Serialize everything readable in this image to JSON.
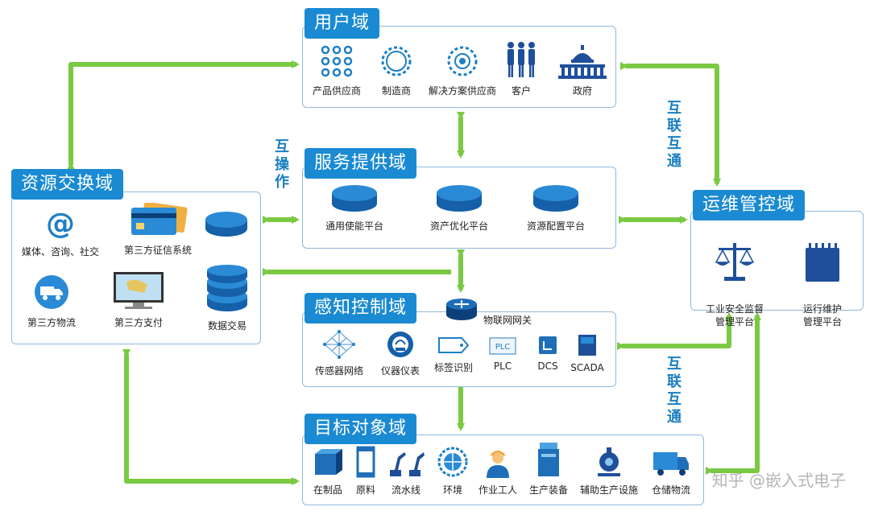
{
  "domains": {
    "user": {
      "title": "用户域",
      "items": [
        {
          "label": "产品供应商",
          "icon": "dot-grid-icon"
        },
        {
          "label": "制造商",
          "icon": "gear-icon"
        },
        {
          "label": "解决方案供应商",
          "icon": "gear-cluster-icon"
        },
        {
          "label": "客户",
          "icon": "people-icon"
        },
        {
          "label": "政府",
          "icon": "capitol-icon"
        }
      ]
    },
    "service": {
      "title": "服务提供域",
      "items": [
        {
          "label": "通用使能平台",
          "icon": "platform-disc-icon"
        },
        {
          "label": "资产优化平台",
          "icon": "platform-disc-icon"
        },
        {
          "label": "资源配置平台",
          "icon": "platform-disc-icon"
        }
      ]
    },
    "resource": {
      "title": "资源交换域",
      "items": [
        {
          "label": "媒体、咨询、社交",
          "icon": "at-sign-icon"
        },
        {
          "label": "第三方征信系统",
          "icon": "credit-card-icon"
        },
        {
          "label": "",
          "icon": "disc-icon"
        },
        {
          "label": "第三方物流",
          "icon": "truck-icon"
        },
        {
          "label": "第三方支付",
          "icon": "monitor-icon"
        },
        {
          "label": "数据交易",
          "icon": "database-icon"
        }
      ]
    },
    "ops": {
      "title": "运维管控域",
      "items": [
        {
          "label": "工业安全监督\n管理平台",
          "icon": "scales-icon"
        },
        {
          "label": "运行维护\n管理平台",
          "icon": "battery-icon"
        }
      ]
    },
    "sensing": {
      "title": "感知控制域",
      "gateway": "物联网网关",
      "items": [
        {
          "label": "传感器网络",
          "icon": "network-icon"
        },
        {
          "label": "仪器仪表",
          "icon": "gauge-icon"
        },
        {
          "label": "标签识别",
          "icon": "tag-icon"
        },
        {
          "label": "PLC",
          "icon": "plc-icon"
        },
        {
          "label": "DCS",
          "icon": "dcs-icon"
        },
        {
          "label": "SCADA",
          "icon": "scada-icon"
        }
      ]
    },
    "target": {
      "title": "目标对象域",
      "items": [
        {
          "label": "在制品",
          "icon": "workpiece-icon"
        },
        {
          "label": "原料",
          "icon": "material-icon"
        },
        {
          "label": "流水线",
          "icon": "robot-arm-icon"
        },
        {
          "label": "环境",
          "icon": "globe-icon"
        },
        {
          "label": "作业工人",
          "icon": "worker-icon"
        },
        {
          "label": "生产装备",
          "icon": "machine-icon"
        },
        {
          "label": "辅助生产设施",
          "icon": "pump-icon"
        },
        {
          "label": "仓储物流",
          "icon": "forklift-truck-icon"
        }
      ]
    }
  },
  "labels": {
    "interop": "互\n操\n作",
    "interconnect1": "互\n联\n互\n通",
    "interconnect2": "互\n联\n互\n通"
  },
  "watermark": "知乎 @嵌入式电子",
  "colors": {
    "header": "#1a8ad2",
    "icon": "#1f7fc4",
    "arrow": "#7ac943",
    "border": "#8fb8dc"
  }
}
